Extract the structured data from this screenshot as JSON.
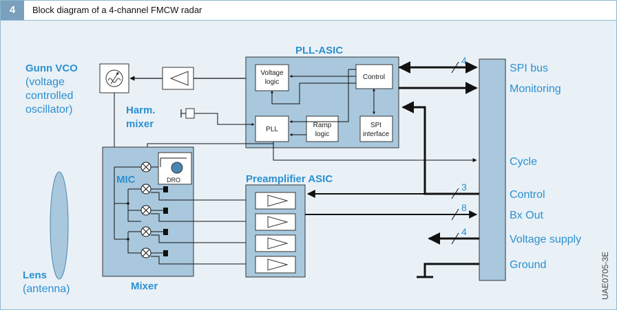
{
  "figure": {
    "number": "4",
    "title": "Block diagram of a 4-channel FMCW radar"
  },
  "labels": {
    "gunn_vco_title": "Gunn VCO",
    "gunn_vco_line1": "(voltage",
    "gunn_vco_line2": "controlled",
    "gunn_vco_line3": "oscillator)",
    "harm_mixer_line1": "Harm.",
    "harm_mixer_line2": "mixer",
    "mic": "MIC",
    "mixer": "Mixer",
    "lens": "Lens",
    "lens_sub": "(antenna)",
    "dro": "DRO",
    "pll_asic": "PLL-ASIC",
    "preamp_asic": "Preamplifier ASIC",
    "voltage_logic_line1": "Voltage",
    "voltage_logic_line2": "logic",
    "control_block": "Control",
    "pll_block": "PLL",
    "ramp_logic_line1": "Ramp",
    "ramp_logic_line2": "logic",
    "spi_interface_line1": "SPI",
    "spi_interface_line2": "interface"
  },
  "signals": {
    "spi_bus": "SPI bus",
    "monitoring": "Monitoring",
    "cycle": "Cycle",
    "control": "Control",
    "bx_out": "Bx Out",
    "voltage_supply": "Voltage supply",
    "ground": "Ground"
  },
  "bus_widths": {
    "spi": "4",
    "control": "3",
    "bx_out": "8",
    "voltage_supply": "4"
  },
  "code": "UAE0705-3E",
  "colors": {
    "accent": "#2b8fcf",
    "panel": "#e9f1f7",
    "block": "#a9c8de",
    "header_badge": "#7aa0bd"
  }
}
